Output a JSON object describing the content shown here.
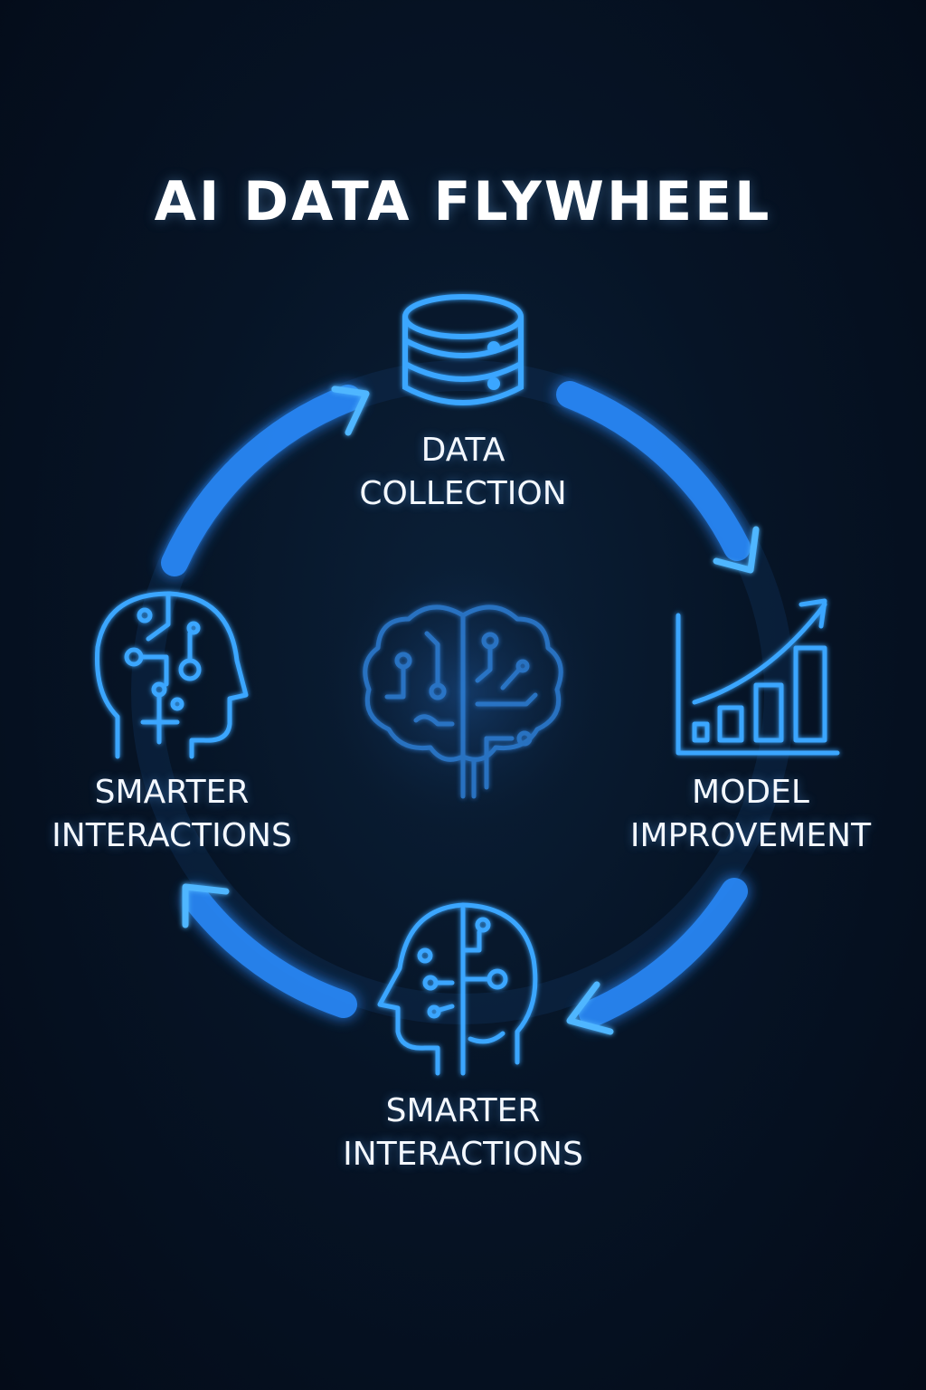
{
  "title": "AI DATA FLYWHEEL",
  "nodes": {
    "top": {
      "line1": "DATA",
      "line2": "COLLECTION",
      "icon": "database-icon"
    },
    "right": {
      "line1": "MODEL",
      "line2": "IMPROVEMENT",
      "icon": "growth-chart-icon"
    },
    "bottom": {
      "line1": "SMARTER",
      "line2": "INTERACTIONS",
      "icon": "ai-head-icon"
    },
    "left": {
      "line1": "SMARTER",
      "line2": "INTERACTIONS",
      "icon": "ai-head-icon"
    },
    "center": {
      "icon": "circuit-brain-icon"
    }
  },
  "colors": {
    "background": "#061426",
    "accent": "#2f9bff",
    "glow": "#1a6fe0",
    "text": "#ffffff"
  }
}
